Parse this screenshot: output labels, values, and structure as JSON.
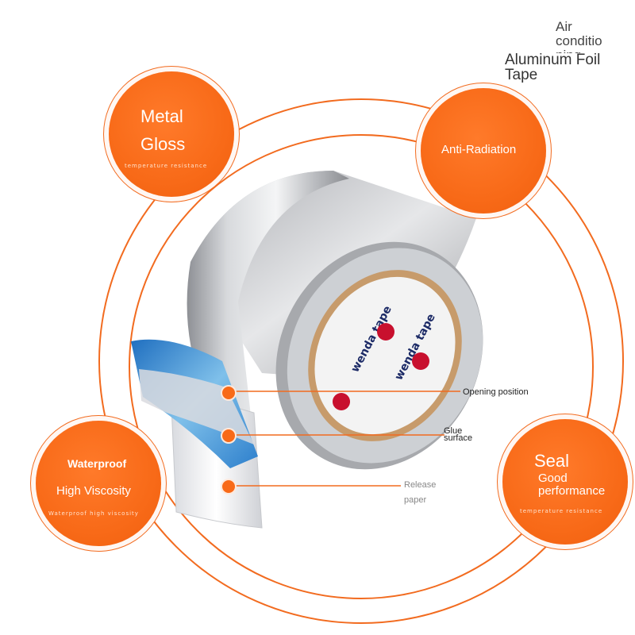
{
  "header": {
    "line1": "Air conditio ning",
    "line2": "Aluminum Foil Tape"
  },
  "badges": {
    "metal": {
      "title_line1": "Metal",
      "title_line2": "Gloss",
      "caption": "temperature resistance"
    },
    "anti": {
      "title": "Anti-Radiation"
    },
    "waterproof": {
      "title": "Waterproof",
      "subtitle": "High Viscosity",
      "caption": "Waterproof high viscosity"
    },
    "seal": {
      "title": "Seal",
      "subtitle_line1": "Good",
      "subtitle_line2": "performance",
      "caption": "temperature resistance"
    }
  },
  "callouts": {
    "opening": "Opening position",
    "glue_line1": "Glue",
    "glue_line2": "surface",
    "release_line1": "Release",
    "release_line2": "paper"
  },
  "product": {
    "core_text": "wenda tape"
  },
  "colors": {
    "accent": "#f86a18",
    "ring": "#f26b1f",
    "foil": "#c9cbcf",
    "release_blue": "#3f8fd6"
  },
  "icons": {
    "badge_shape": "orange-circle",
    "callout_marker": "orange-dot"
  }
}
